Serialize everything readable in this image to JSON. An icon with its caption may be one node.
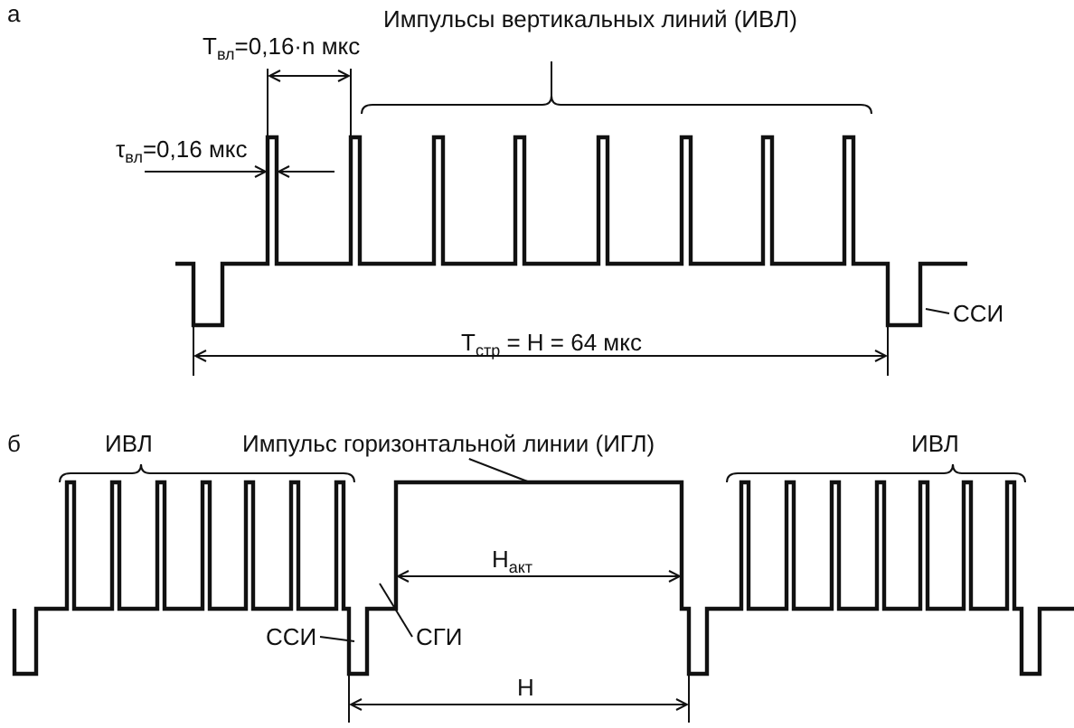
{
  "diagram": {
    "nodes": [
      {
        "text": [
          "ССИ"
        ]
      },
      {
        "text": [
          "Импульс горизонтальной линии (ИГЛ)"
        ]
      },
      {
        "text": [
          "ССИ"
        ]
      },
      {
        "text": [
          "СГИ"
        ]
      }
    ],
    "edges": [
      {
        "from": 0,
        "to": null,
        "arrow": "none"
      },
      {
        "from": 1,
        "to": null,
        "arrow": "none"
      },
      {
        "from": 2,
        "to": null,
        "arrow": "none"
      },
      {
        "from": 3,
        "to": null,
        "arrow": "none"
      }
    ],
    "labels": [
      "а",
      "T$_{вл}$=0,16·n мкс",
      "Импульсы вертикальных линий (ИВЛ)",
      "τ$_{вл}$=0,16 мкс",
      "T$_{стр}$ = H = 64 мкс",
      "б",
      "ИВЛ",
      "ИВЛ",
      "H$_{акт}$",
      "H"
    ]
  }
}
